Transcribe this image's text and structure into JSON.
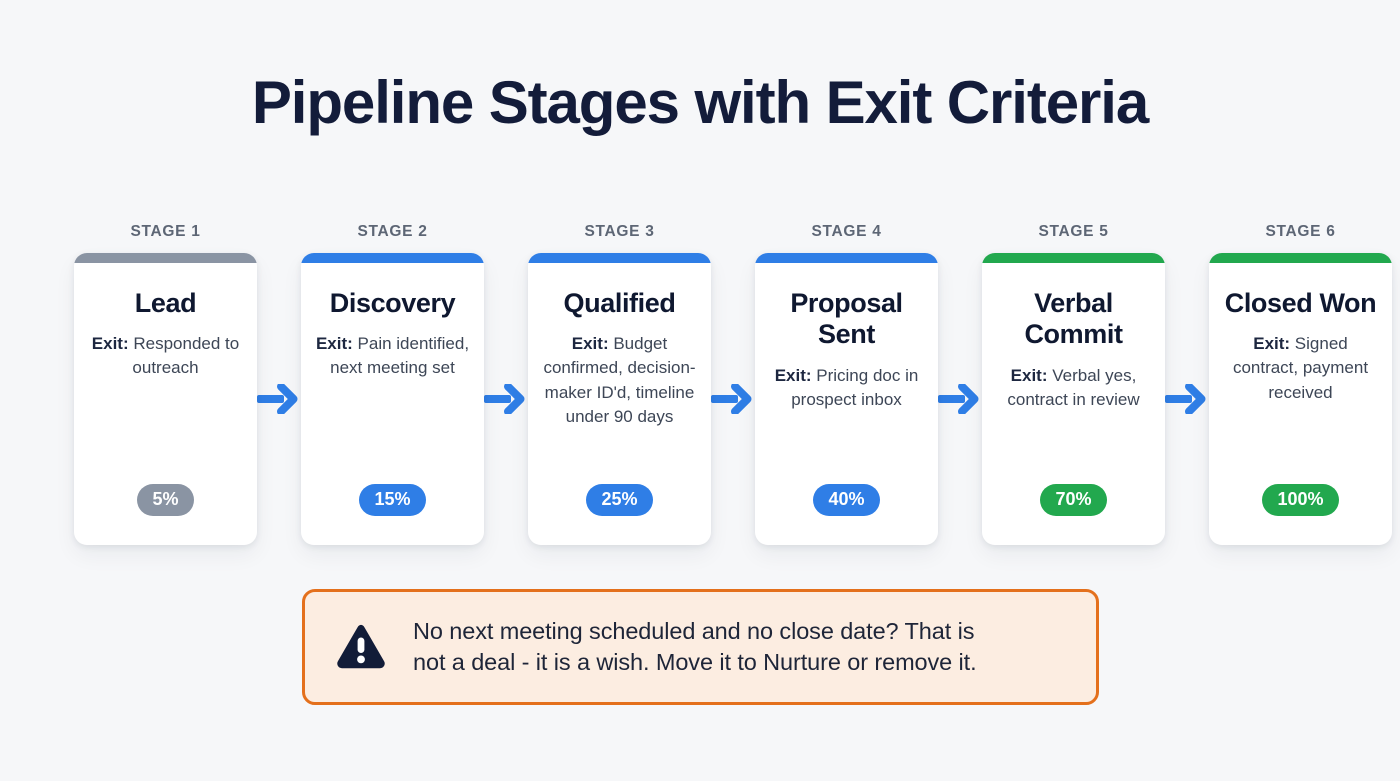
{
  "page": {
    "title": "Pipeline Stages with Exit Criteria",
    "background_color": "#f6f7f9",
    "title_color": "#131c3a"
  },
  "colors": {
    "gray": "#8a94a3",
    "blue": "#2f7ee6",
    "green": "#22a84e",
    "arrow": "#2f7ee6",
    "callout_border": "#e4701c",
    "callout_bg": "#fcedE1",
    "callout_icon": "#121c38"
  },
  "pipeline": {
    "stages": [
      {
        "label": "STAGE 1",
        "name": "Lead",
        "exit_prefix": "Exit:",
        "exit_text": " Responded to outreach",
        "probability": "5%",
        "color": "#8a94a3",
        "accent": "gray"
      },
      {
        "label": "STAGE 2",
        "name": "Discovery",
        "exit_prefix": "Exit:",
        "exit_text": " Pain identified, next meeting set",
        "probability": "15%",
        "color": "#2f7ee6",
        "accent": "blue"
      },
      {
        "label": "STAGE 3",
        "name": "Qualified",
        "exit_prefix": "Exit:",
        "exit_text": " Budget confirmed, decision-maker ID'd, timeline under 90 days",
        "probability": "25%",
        "color": "#2f7ee6",
        "accent": "blue"
      },
      {
        "label": "STAGE 4",
        "name": "Proposal Sent",
        "exit_prefix": "Exit:",
        "exit_text": " Pricing doc in prospect inbox",
        "probability": "40%",
        "color": "#2f7ee6",
        "accent": "blue"
      },
      {
        "label": "STAGE 5",
        "name": "Verbal Commit",
        "exit_prefix": "Exit:",
        "exit_text": " Verbal yes, contract in review",
        "probability": "70%",
        "color": "#22a84e",
        "accent": "green"
      },
      {
        "label": "STAGE 6",
        "name": "Closed Won",
        "exit_prefix": "Exit:",
        "exit_text": " Signed contract, payment received",
        "probability": "100%",
        "color": "#22a84e",
        "accent": "green"
      }
    ],
    "connector_icon": "arrow-right-icon"
  },
  "callout": {
    "icon": "warning-triangle-icon",
    "line1": "No next meeting scheduled and no close date? That is",
    "line2": "not a deal - it is a wish. Move it to Nurture or remove it."
  }
}
